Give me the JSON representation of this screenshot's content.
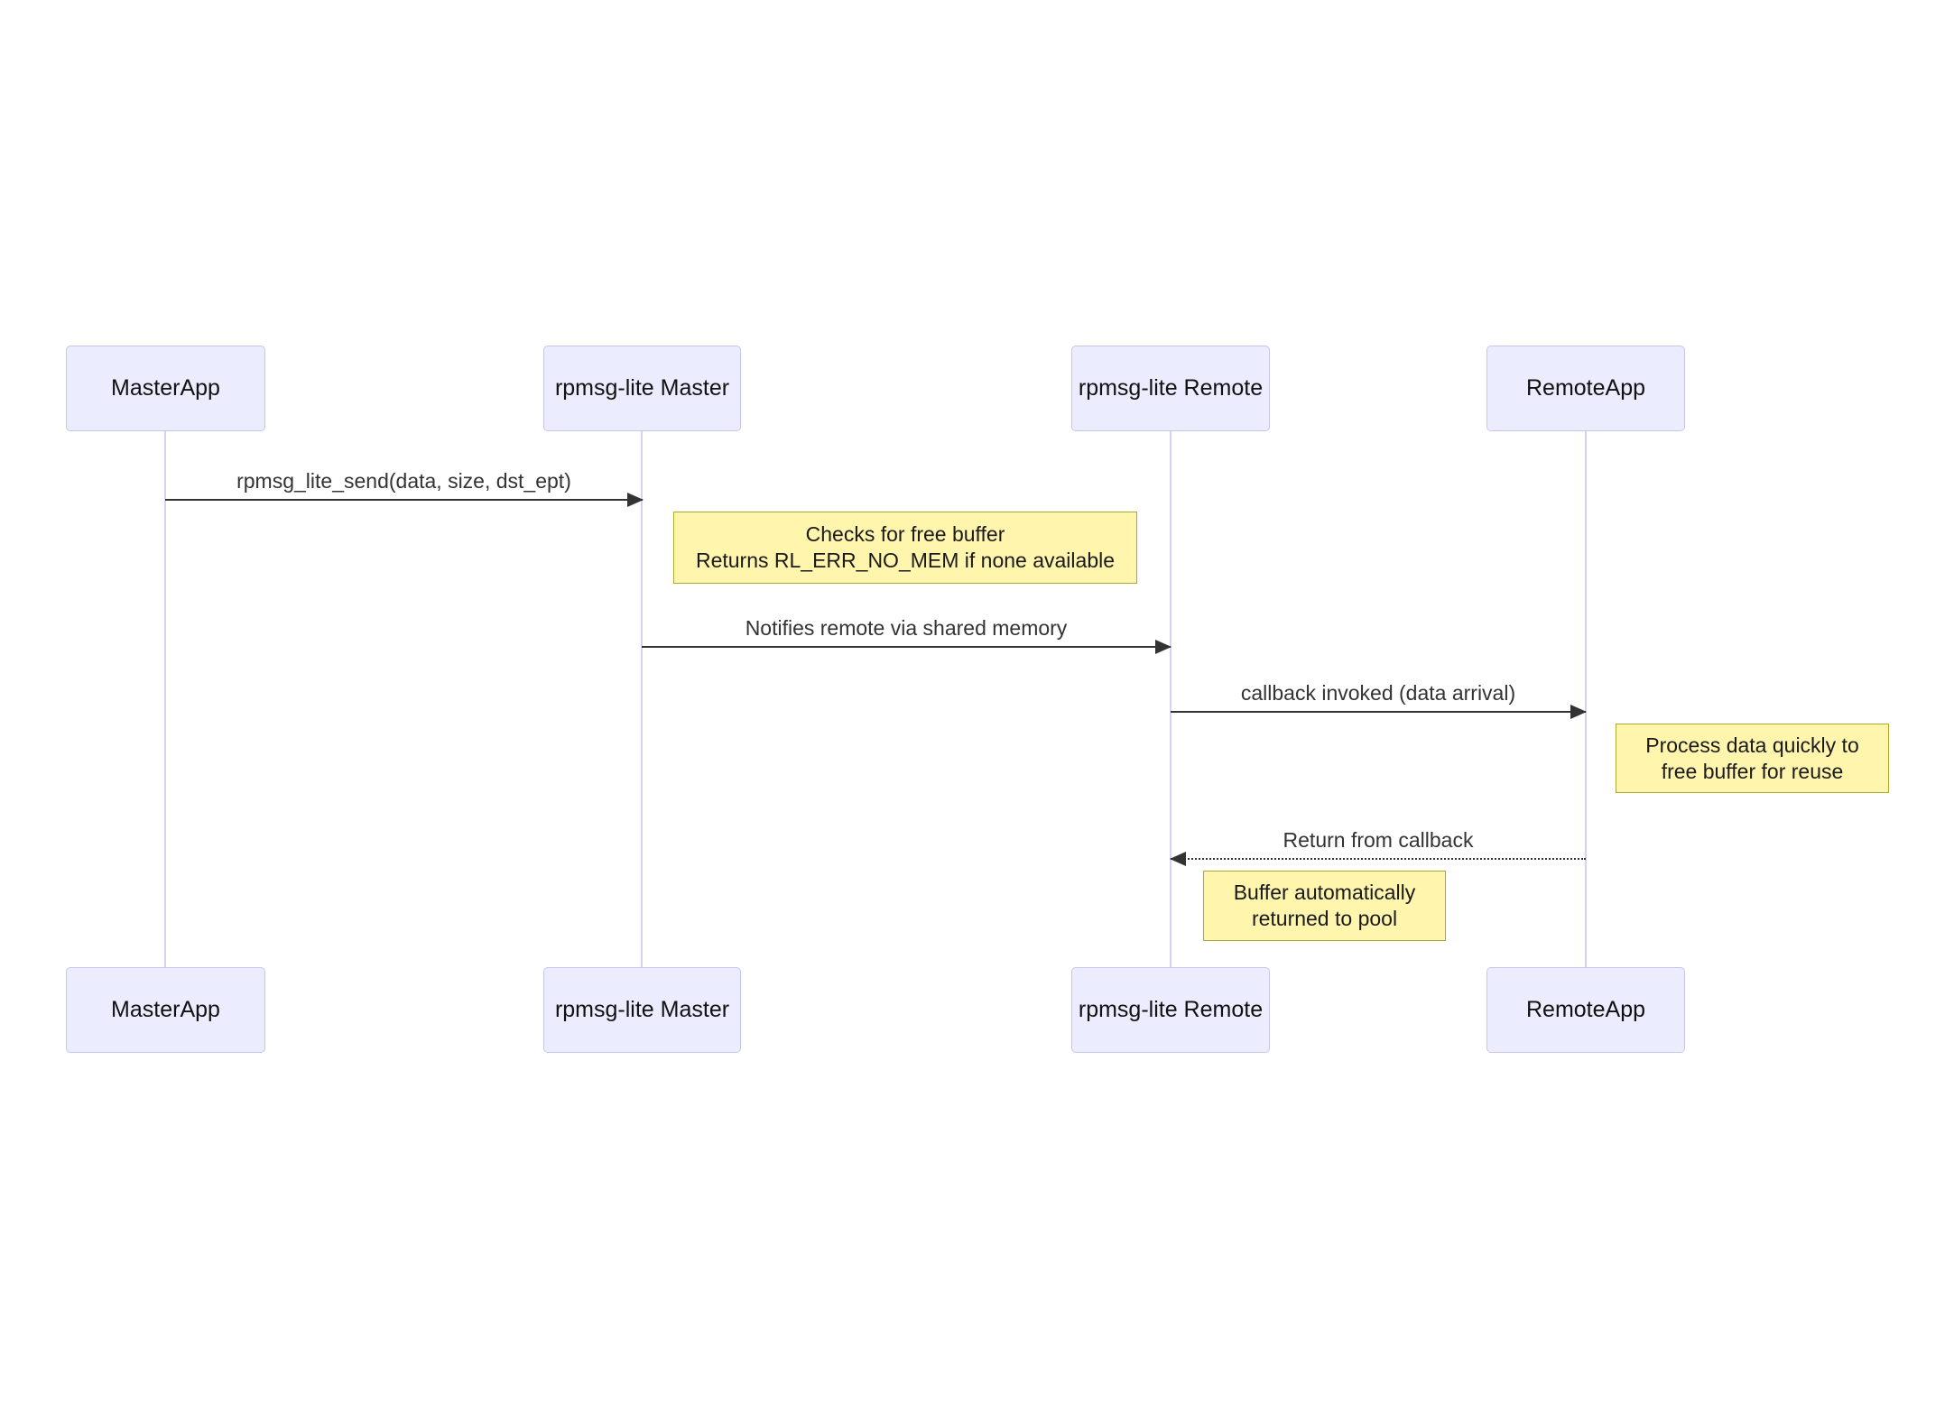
{
  "diagram": {
    "type": "sequence-diagram",
    "colors": {
      "actor_fill": "#ECECFF",
      "actor_border": "#C9C3EE",
      "lifeline": "#D8D2F0",
      "note_fill": "#FFF5AD",
      "note_border": "#AAAA33",
      "arrow": "#333333",
      "message_text": "#333333",
      "actor_text": "#111111",
      "background": "#FFFFFF"
    },
    "actors": [
      {
        "id": "masterapp",
        "label": "MasterApp"
      },
      {
        "id": "rpmsg-lite-master",
        "label": "rpmsg-lite Master"
      },
      {
        "id": "rpmsg-lite-remote",
        "label": "rpmsg-lite Remote"
      },
      {
        "id": "remoteapp",
        "label": "RemoteApp"
      }
    ],
    "messages": [
      {
        "from": "MasterApp",
        "to": "rpmsg-lite Master",
        "label": "rpmsg_lite_send(data, size, dst_ept)",
        "style": "solid",
        "direction": "right"
      },
      {
        "from": "rpmsg-lite Master",
        "to": "rpmsg-lite Remote",
        "label": "Notifies remote via shared memory",
        "style": "solid",
        "direction": "right"
      },
      {
        "from": "rpmsg-lite Remote",
        "to": "RemoteApp",
        "label": "callback invoked (data arrival)",
        "style": "solid",
        "direction": "right"
      },
      {
        "from": "RemoteApp",
        "to": "rpmsg-lite Remote",
        "label": "Return from callback",
        "style": "dotted",
        "direction": "left"
      }
    ],
    "notes": [
      {
        "anchor": "between rpmsg-lite Master and rpmsg-lite Remote",
        "lines": [
          "Checks for free buffer",
          "Returns RL_ERR_NO_MEM if none available"
        ]
      },
      {
        "anchor": "right of RemoteApp",
        "lines": [
          "Process data quickly to",
          "free buffer for reuse"
        ]
      },
      {
        "anchor": "right of rpmsg-lite Remote",
        "lines": [
          "Buffer automatically",
          "returned to pool"
        ]
      }
    ]
  }
}
